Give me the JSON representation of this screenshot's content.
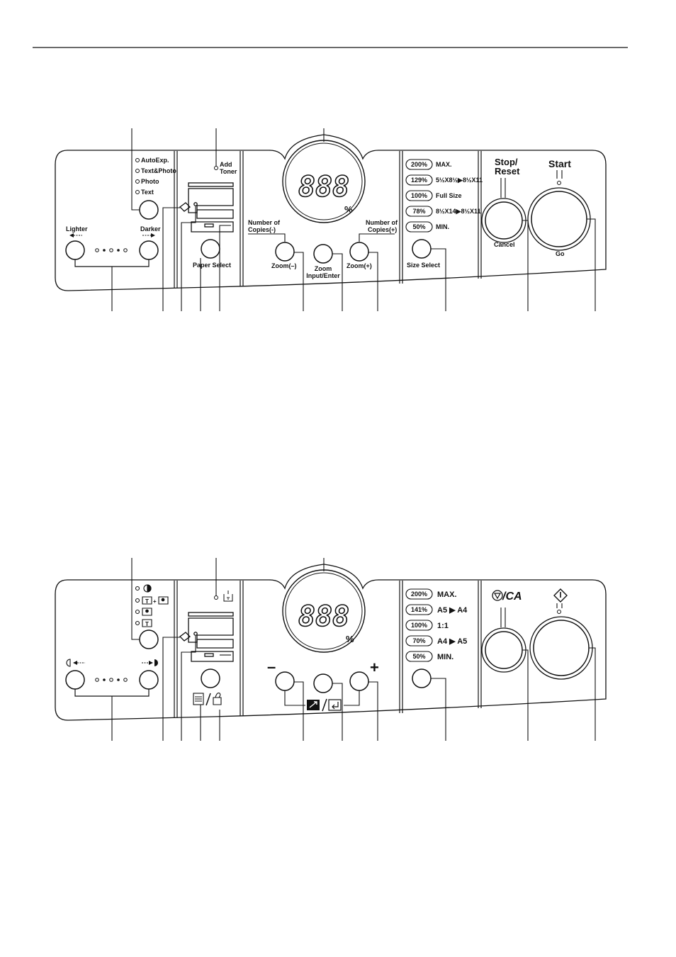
{
  "panel_us": {
    "exposure_modes": [
      "AutoExp.",
      "Text&Photo",
      "Photo",
      "Text"
    ],
    "add_toner": [
      "Add",
      "Toner"
    ],
    "display_digits": "888",
    "percent": "%",
    "lighter": "Lighter",
    "darker": "Darker",
    "paper_select": "Paper Select",
    "copies_minus": [
      "Number of",
      "Copies(-)"
    ],
    "copies_plus": [
      "Number of",
      "Copies(+)"
    ],
    "zoom_minus": "Zoom(–)",
    "zoom_enter": [
      "Zoom",
      "Input/Enter"
    ],
    "zoom_plus": "Zoom(+)",
    "ratios": [
      {
        "pill": "200%",
        "text": "MAX."
      },
      {
        "pill": "129%",
        "text": "5½X8½▶8½X11"
      },
      {
        "pill": "100%",
        "text": "Full Size"
      },
      {
        "pill": "78%",
        "text": "8½X14▶8½X11"
      },
      {
        "pill": "50%",
        "text": "MIN."
      }
    ],
    "size_select": "Size Select",
    "stop_reset": [
      "Stop/",
      "Reset"
    ],
    "cancel": "Cancel",
    "start": "Start",
    "go": "Go"
  },
  "panel_intl": {
    "display_digits": "888",
    "percent": "%",
    "minus": "–",
    "plus": "+",
    "ratios": [
      {
        "pill": "200%",
        "text": "MAX."
      },
      {
        "pill": "141%",
        "text": "A5 ▶ A4"
      },
      {
        "pill": "100%",
        "text": "1:1"
      },
      {
        "pill": "70%",
        "text": "A4 ▶ A5"
      },
      {
        "pill": "50%",
        "text": "MIN."
      }
    ],
    "stop_label": "/CA"
  }
}
